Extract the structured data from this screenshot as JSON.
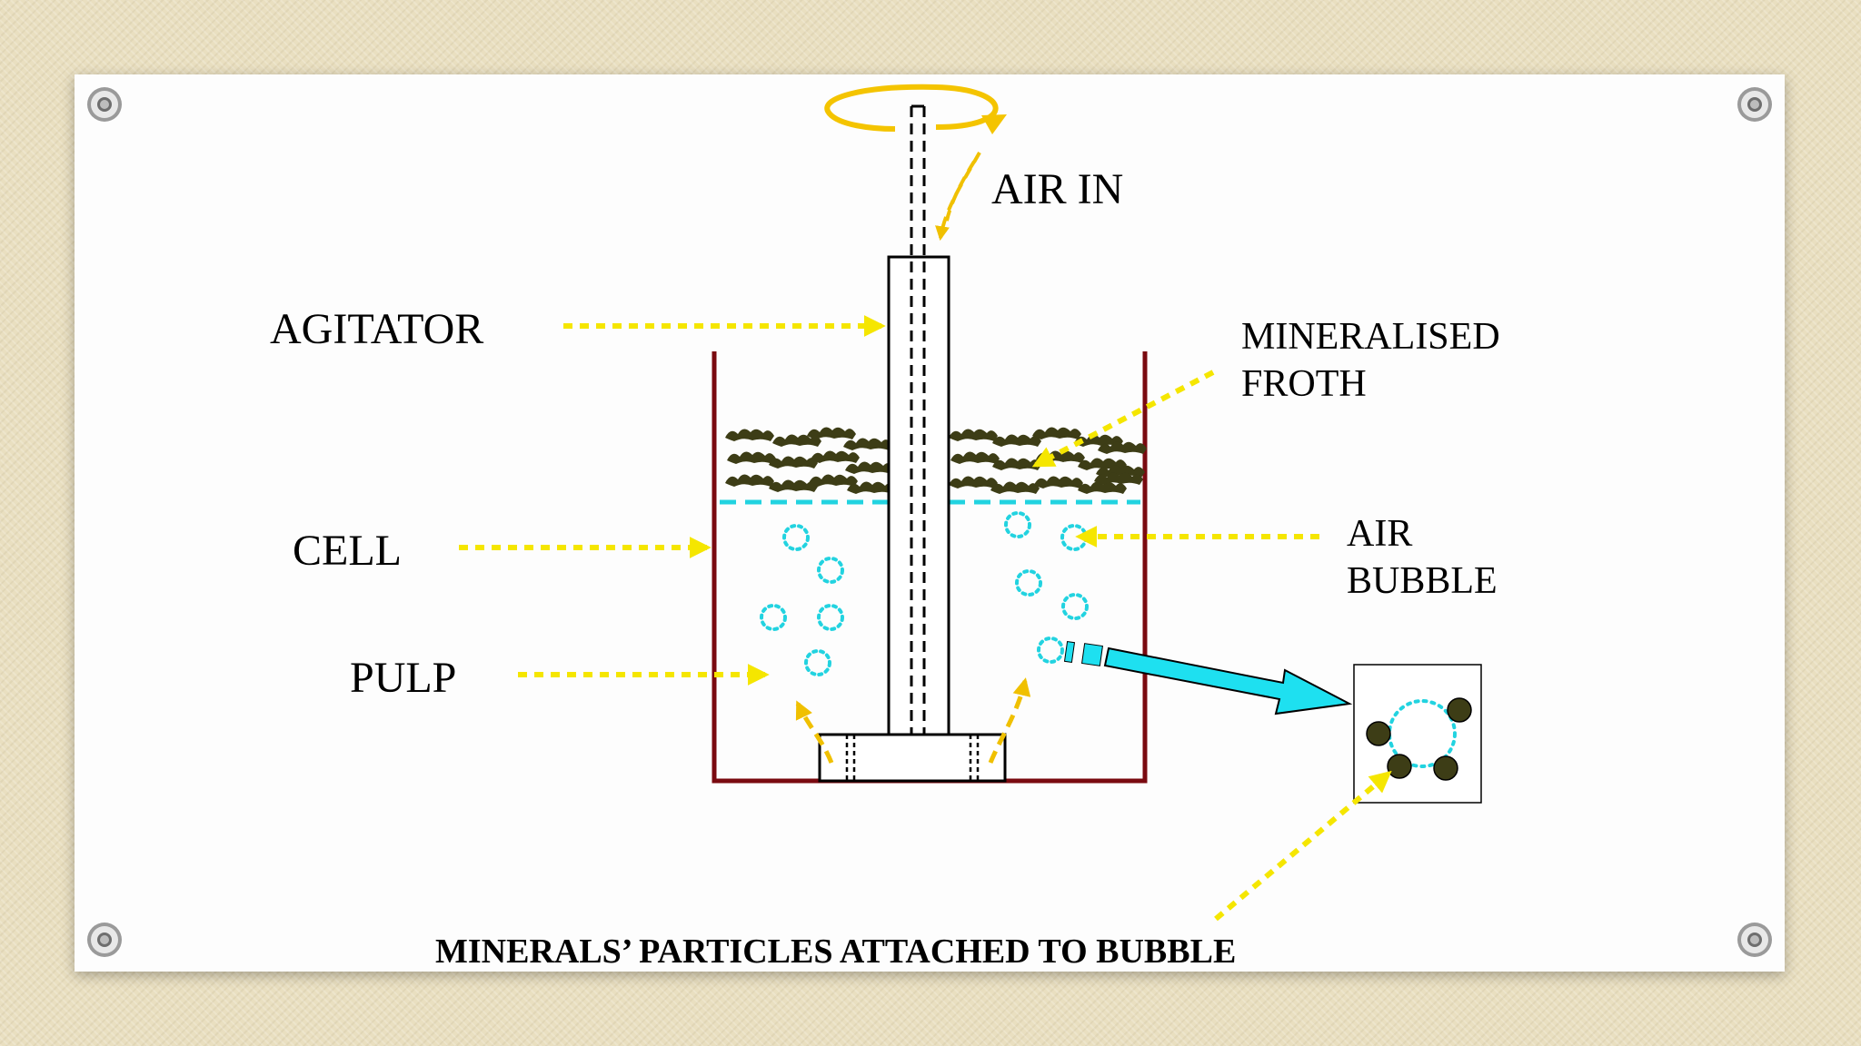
{
  "labels": {
    "air_in": "AIR IN",
    "agitator": "AGITATOR",
    "mineralised_froth_line1": "MINERALISED",
    "mineralised_froth_line2": "FROTH",
    "cell": "CELL",
    "air_bubble_line1": "AIR",
    "air_bubble_line2": "BUBBLE",
    "pulp": "PULP",
    "caption": "MINERALS’ PARTICLES ATTACHED TO BUBBLE"
  },
  "colors": {
    "label_arrow": "#f5e600",
    "rotation_arrow": "#f4c400",
    "air_flow": "#f0c000",
    "cell_wall": "#7a0a10",
    "bubble": "#22d3e0",
    "froth": "#3d3d16",
    "pulp_level": "#22d3e0",
    "zoom_arrow": "#1ee0f0",
    "particle": "#3d3d16"
  }
}
